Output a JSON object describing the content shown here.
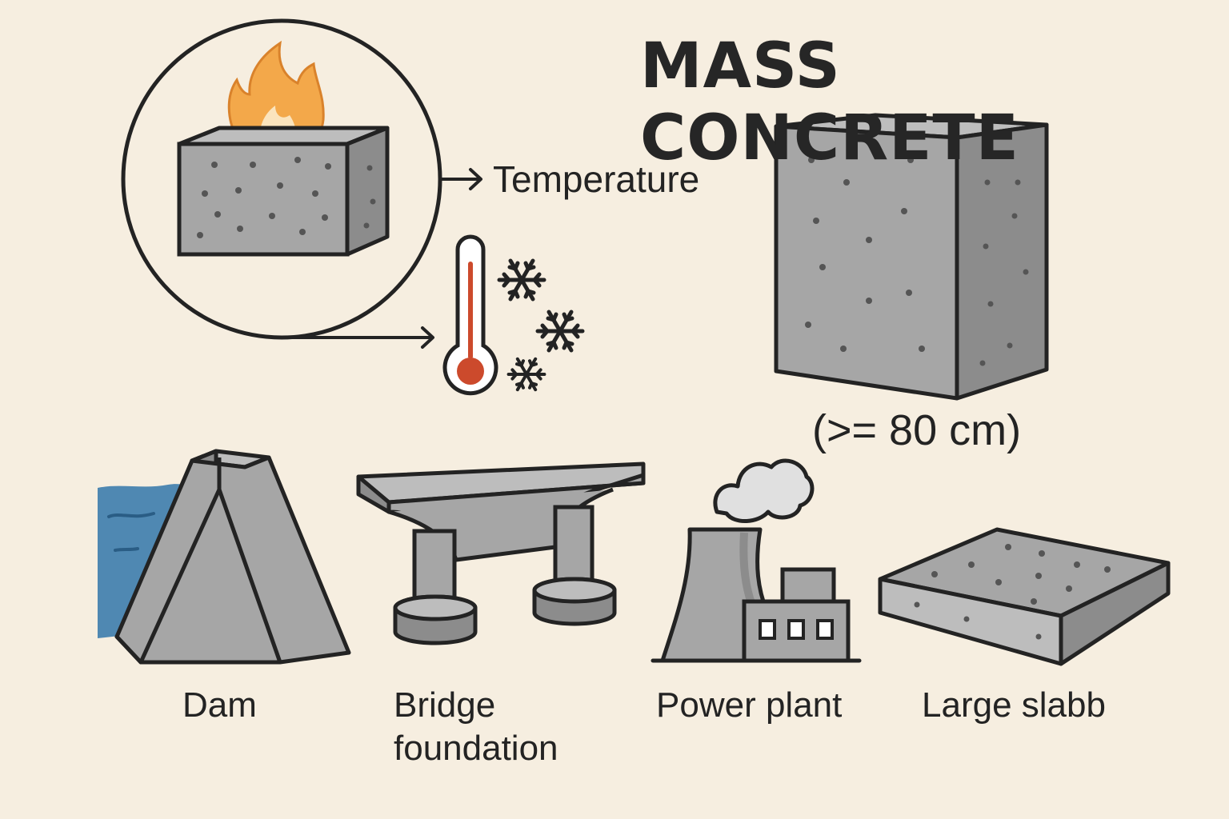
{
  "title": "MASS CONCRETE",
  "heat_block": {
    "arrow_label": "Temperature"
  },
  "big_block": {
    "size_label": "(>= 80 cm)"
  },
  "applications": [
    {
      "caption": "Dam",
      "icon": "dam-icon"
    },
    {
      "caption": "Bridge\nfoundation",
      "caption_line1": "Bridge",
      "caption_line2": "foundation",
      "icon": "bridge-icon"
    },
    {
      "caption": "Power plant",
      "icon": "power-plant-icon"
    },
    {
      "caption": "Large slabb",
      "icon": "slab-icon"
    }
  ],
  "colors": {
    "background": "#f6eee0",
    "concrete_front": "#a6a6a6",
    "concrete_side": "#8c8c8c",
    "concrete_top": "#bdbdbd",
    "outline": "#232323",
    "flame_outer": "#f3a84a",
    "flame_inner": "#fbe4bd",
    "thermometer_red": "#cc4a2c",
    "water": "#4f88b2",
    "steam": "#e0e0e0"
  }
}
